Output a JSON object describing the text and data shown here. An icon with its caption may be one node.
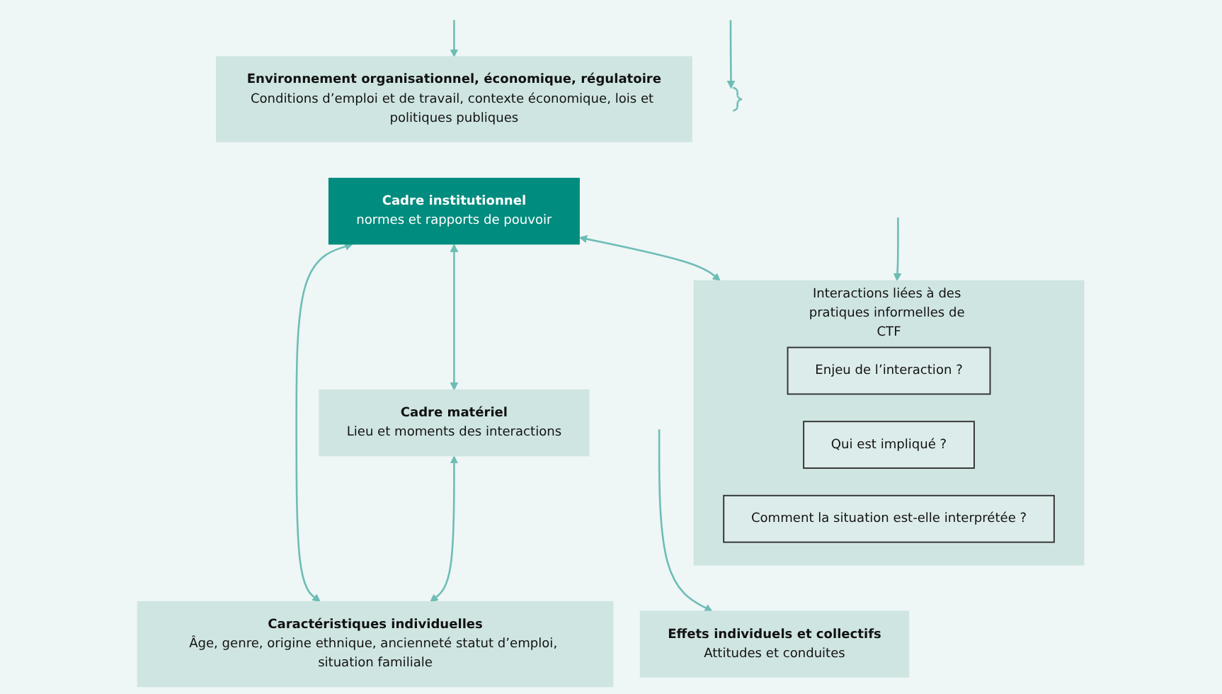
{
  "diagram": {
    "nodes": [
      {
        "text": [
          "Environnement organisationnel, économique, régulatoire",
          "Conditions d’emploi et de travail, contexte économique, lois et politiques publiques"
        ]
      },
      {
        "text": [
          "Cadre institutionnel",
          "normes et rapports de pouvoir"
        ]
      },
      {
        "text": [
          "Cadre matériel",
          "Lieu et moments des interactions"
        ]
      },
      {
        "text": [
          "Caractéristiques individuelles",
          "Âge, genre, origine ethnique, ancienneté statut d’emploi, situation familiale"
        ]
      },
      {
        "text": [
          "Interactions liées à des pratiques informelles de CTF"
        ]
      },
      {
        "text": [
          "Enjeu de l’interaction ?"
        ],
        "in": 4
      },
      {
        "text": [
          "Qui est impliqué ?"
        ],
        "in": 4
      },
      {
        "text": [
          "Comment la situation est-elle interprétée ?"
        ],
        "in": 4
      },
      {
        "text": [
          "Effets individuels et collectifs",
          "Attitudes et conduites"
        ]
      },
      {
        "text": [],
        "shape": "bracket"
      }
    ],
    "edges": [
      {
        "from": 1,
        "to": 2,
        "arrow": "both"
      },
      {
        "from": 1,
        "to": 3,
        "arrow": "both"
      },
      {
        "from": 2,
        "to": 3,
        "arrow": "both"
      },
      {
        "from": 1,
        "to": 4,
        "arrow": "both"
      },
      {
        "from": null,
        "to": 0,
        "arrow": "to"
      },
      {
        "from": null,
        "to": 9,
        "arrow": "to"
      },
      {
        "from": null,
        "to": 4,
        "arrow": "to"
      },
      {
        "from": null,
        "to": 8,
        "arrow": "to"
      }
    ]
  }
}
